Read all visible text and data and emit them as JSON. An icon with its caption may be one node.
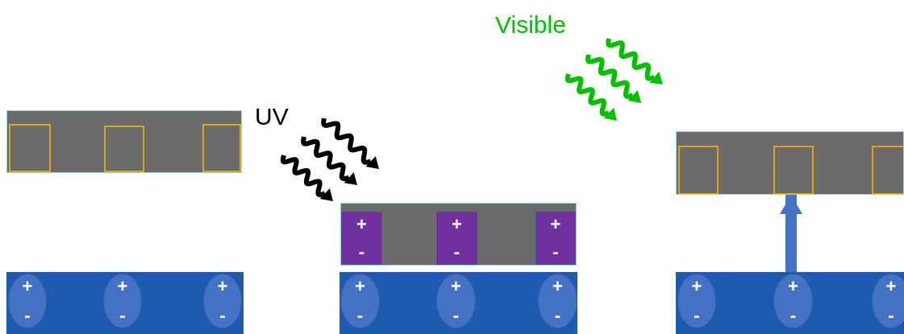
{
  "diagram": {
    "nodes": [
      {
        "text": [],
        "shape": "bar"
      },
      {
        "text": [],
        "shape": "box",
        "in": 0
      },
      {
        "text": [],
        "shape": "box",
        "in": 0
      },
      {
        "text": [],
        "shape": "box",
        "in": 0
      },
      {
        "text": [],
        "shape": "bar"
      },
      {
        "text": [
          "+",
          "-"
        ],
        "in": 4
      },
      {
        "text": [
          "+",
          "-"
        ],
        "in": 4
      },
      {
        "text": [
          "+",
          "-"
        ],
        "in": 4
      },
      {
        "text": [],
        "shape": "bar"
      },
      {
        "text": [
          "+",
          "-"
        ],
        "in": 8
      },
      {
        "text": [
          "+",
          "-"
        ],
        "in": 8
      },
      {
        "text": [
          "+",
          "-"
        ],
        "in": 8
      },
      {
        "text": [],
        "shape": "bar"
      },
      {
        "text": [
          "+",
          "-"
        ],
        "in": 12
      },
      {
        "text": [
          "+",
          "-"
        ],
        "in": 12
      },
      {
        "text": [
          "+",
          "-"
        ],
        "in": 12
      },
      {
        "text": [],
        "shape": "bar"
      },
      {
        "text": [],
        "shape": "box",
        "in": 16
      },
      {
        "text": [],
        "shape": "box",
        "in": 16
      },
      {
        "text": [],
        "shape": "box",
        "in": 16
      },
      {
        "text": [],
        "shape": "bar"
      },
      {
        "text": [
          "+",
          "-"
        ],
        "in": 20
      },
      {
        "text": [
          "+",
          "-"
        ],
        "in": 20
      },
      {
        "text": [
          "+",
          "-"
        ],
        "in": 20
      }
    ],
    "edges": [
      {
        "from": 20,
        "to": 16,
        "arrow": "to"
      }
    ],
    "labels": [
      "UV",
      "Visible"
    ]
  }
}
